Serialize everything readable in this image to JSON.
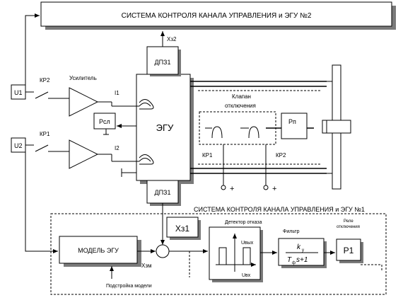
{
  "top_system": {
    "title": "СИСТЕМА КОНТРОЛЯ КАНАЛА УПРАВЛЕНИЯ  и ЭГУ №2"
  },
  "bottom_system": {
    "title": "СИСТЕМА КОНТРОЛЯ КАНАЛА УПРАВЛЕНИЯ и ЭГУ №1"
  },
  "egu": {
    "label": "ЭГУ",
    "dp_top": "ДПЗ1",
    "dp_bottom": "ДПЗ1",
    "i1": "I1",
    "i2": "I2"
  },
  "signals": {
    "u1": "U1",
    "u2": "U2",
    "xz2": "Xз2",
    "xz1": "Xз1",
    "xzm": "Xзм",
    "p_sl": "Рсл",
    "p_p": "Рп"
  },
  "relays": {
    "kr2_left": "КР2",
    "kr1_left": "КР1",
    "kr1_valve": "КР1",
    "kr2_valve": "КР2"
  },
  "amplifier_label": "Усилитель",
  "valve": {
    "line1": "Клапан",
    "line2": "отключения"
  },
  "model": {
    "label": "МОДЕЛЬ ЭГУ",
    "tuning": "Подстройка модели"
  },
  "detector": {
    "label": "Детектор отказа",
    "uout": "Uвых",
    "uin": "Uвх"
  },
  "filter": {
    "label": "Фильтр",
    "numerator": "k",
    "numerator_sub": "у",
    "den_t": "T",
    "den_sub": "ф",
    "den_rest": "s+1"
  },
  "relay_out": {
    "label_line1": "Реле",
    "label_line2": "отключения",
    "name": "Р1"
  },
  "plus_signs": [
    "+",
    "+"
  ]
}
